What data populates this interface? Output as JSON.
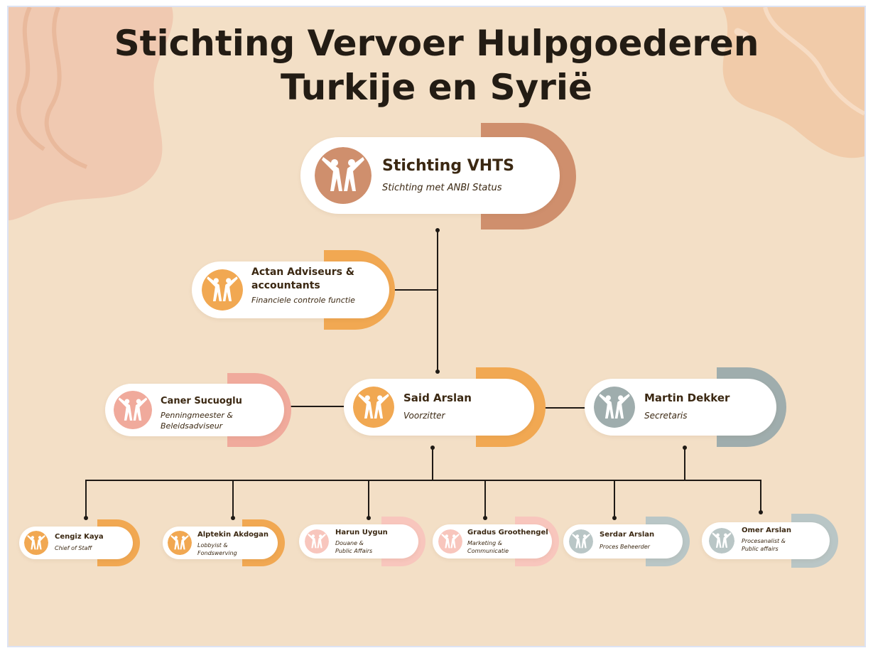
{
  "title": {
    "line1": "Stichting Vervoer Hulpgoederen",
    "line2": "Turkije en Syrië"
  },
  "nodes": {
    "root": {
      "name": "Stichting VHTS",
      "role": "Stichting met ANBI Status",
      "color": "#cf8f6d"
    },
    "actan": {
      "name": "Actan Adviseurs & accountants",
      "role": "Financiele controle functie",
      "color": "#f1a852"
    },
    "caner": {
      "name": "Caner Sucuoglu",
      "role": "Penningmeester & Beleidsadviseur",
      "color": "#f0aa9c"
    },
    "said": {
      "name": "Said Arslan",
      "role": "Voorzitter",
      "color": "#f1a852"
    },
    "martin": {
      "name": "Martin Dekker",
      "role": "Secretaris",
      "color": "#9fadad"
    },
    "cengiz": {
      "name": "Cengiz Kaya",
      "role": "Chief of Staff",
      "color": "#f1a852"
    },
    "alptekin": {
      "name": "Alptekin Akdogan",
      "role": "Lobbyist & Fondswerving",
      "color": "#f1a852"
    },
    "harun": {
      "name": "Harun Uygun",
      "role": "Douane & Public Affairs",
      "color": "#f8c6bd"
    },
    "gradus": {
      "name": "Gradus Groothengel",
      "role": "Marketing & Communicatie",
      "color": "#f8c6bd"
    },
    "serdar": {
      "name": "Serdar Arslan",
      "role": "Proces Beheerder",
      "color": "#b9c6c6"
    },
    "omer": {
      "name": "Omer Arslan",
      "role": "Procesanalist & Public affairs",
      "color": "#b9c6c6"
    }
  },
  "colors": {
    "background": "#f3dfc6",
    "blob_left": "#f0c9b1",
    "blob_right": "#f1cba9",
    "connector": "#1f1a15",
    "text": "#3b2812"
  },
  "icons": {
    "logo": "people-cheering-logo-icon"
  }
}
